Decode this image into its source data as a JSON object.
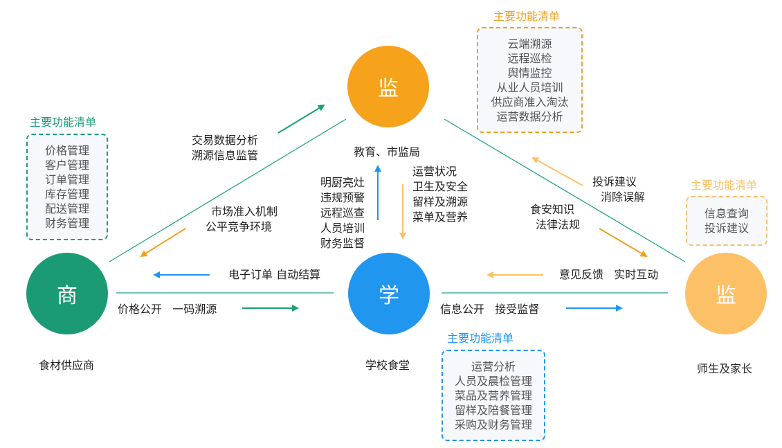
{
  "colors": {
    "green": "#1a9e77",
    "orange": "#f0a020",
    "blue": "#2196ef",
    "peach": "#fcc167",
    "line": "#1fa386"
  },
  "nodes": {
    "top": {
      "glyph": "监",
      "label": "教育、市监局"
    },
    "left": {
      "glyph": "商",
      "label": "食材供应商"
    },
    "center": {
      "glyph": "学",
      "label": "学校食堂"
    },
    "right": {
      "glyph": "监",
      "label": "师生及家长"
    }
  },
  "panels": {
    "supplier": {
      "title": "主要功能清单",
      "items": [
        "价格管理",
        "客户管理",
        "订单管理",
        "库存管理",
        "配送管理",
        "财务管理"
      ]
    },
    "regulator": {
      "title": "主要功能清单",
      "items": [
        "云端溯源",
        "远程巡检",
        "舆情监控",
        "从业人员培训",
        "供应商准入淘汰",
        "运营数据分析"
      ]
    },
    "parents": {
      "title": "主要功能清单",
      "items": [
        "信息查询",
        "投诉建议"
      ]
    },
    "canteen": {
      "title": "主要功能清单",
      "items": [
        "运营分析",
        "人员及晨检管理",
        "菜品及营养管理",
        "留样及陪餐管理",
        "采购及财务管理"
      ]
    }
  },
  "flows": {
    "supplier_to_regulator": [
      "交易数据分析",
      "溯源信息监管"
    ],
    "regulator_to_supplier": [
      "市场准入机制",
      "公平竞争环境"
    ],
    "canteen_to_regulator": [
      "明厨亮灶",
      "违规预警",
      "远程巡查",
      "人员培训",
      "财务监督"
    ],
    "regulator_to_canteen": [
      "运营状况",
      "卫生及安全",
      "留样及溯源",
      "菜单及营养"
    ],
    "parents_to_regulator": [
      "投诉建议",
      "消除误解"
    ],
    "regulator_to_parents": [
      "食安知识",
      "法律法规"
    ],
    "canteen_to_supplier": "电子订单 自动结算",
    "supplier_to_canteen": "价格公开   一码溯源",
    "parents_to_canteen": "意见反馈   实时互动",
    "canteen_to_parents": "信息公开   接受监督"
  }
}
